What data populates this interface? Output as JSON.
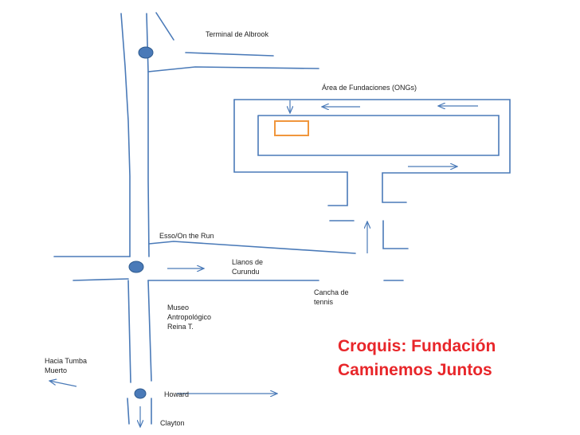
{
  "title": {
    "line1": "Croquis: Fundación",
    "line2": "Caminemos Juntos",
    "color": "#e8262a"
  },
  "labels": {
    "terminal": "Terminal de Albrook",
    "fundaciones": "Área de Fundaciones (ONGs)",
    "esso": "Esso/On the Run",
    "llanos": "Llanos de\nCurundu",
    "cancha": "Cancha de\ntennis",
    "museo": "Museo\nAntropológico\nReina T.",
    "tumba": "Hacia Tumba\nMuerto",
    "howard": "Howard",
    "clayton": "Clayton"
  },
  "colors": {
    "road": "#4a7ab8",
    "marker": "#4a7ab8",
    "destination": "#f0963c"
  }
}
